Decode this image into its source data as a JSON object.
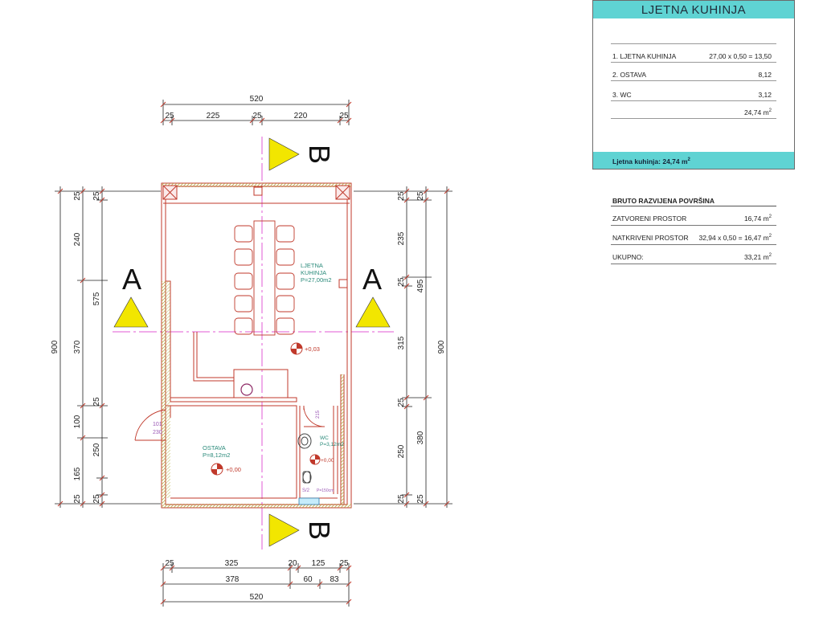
{
  "legend": {
    "title": "LJETNA KUHINJA",
    "rows": [
      {
        "name": "1. LJETNA KUHINJA",
        "value": "27,00 x 0,50 = 13,50"
      },
      {
        "name": "2. OSTAVA",
        "value": "8,12"
      },
      {
        "name": "3. WC",
        "value": "3,12"
      }
    ],
    "total": "24,74 m",
    "total_sup": "2",
    "footer": "Ljetna kuhinja: 24,74 m",
    "footer_sup": "2"
  },
  "bruto": {
    "title": "BRUTO RAZVIJENA POVRŠINA",
    "rows": [
      {
        "name": "ZATVORENI  PROSTOR",
        "value": "16,74 m",
        "sup": "2"
      },
      {
        "name": "NATKRIVENI PROSTOR",
        "value": "32,94 x 0,50 = 16,47 m",
        "sup": "2"
      },
      {
        "name": "UKUPNO:",
        "value": "33,21 m",
        "sup": "2"
      }
    ]
  },
  "section_markers": {
    "a": "A",
    "b": "B"
  },
  "dims": {
    "top_total": "520",
    "top_parts": [
      "25",
      "225",
      "25",
      "220",
      "25"
    ],
    "bottom_parts": [
      "25",
      "325",
      "20",
      "125",
      "25"
    ],
    "bottom_sub": [
      "378",
      "60",
      "83"
    ],
    "bottom_total": "520",
    "left_total": "900",
    "left_mid": [
      "575",
      "100",
      "250"
    ],
    "left_parts": [
      "25",
      "240",
      "370",
      "25",
      "165",
      "25"
    ],
    "right_total": "900",
    "right_mid": [
      "495",
      "380"
    ],
    "right_parts": [
      "25",
      "235",
      "25",
      "315",
      "25",
      "250",
      "25"
    ]
  },
  "rooms": {
    "kitchen": [
      "LJETNA",
      "KUHINJA",
      "P=27,00m2"
    ],
    "kitchen_level": "+0,03",
    "ostava": [
      "OSTAVA",
      "P=8,12m2"
    ],
    "ostava_level": "+0,00",
    "wc": [
      "WC",
      "P=3,12m2"
    ],
    "wc_level": "+0,00",
    "door_101": [
      "101",
      "230"
    ],
    "door_wc": "215",
    "window": "S/2",
    "window_note": "P=150cm"
  }
}
